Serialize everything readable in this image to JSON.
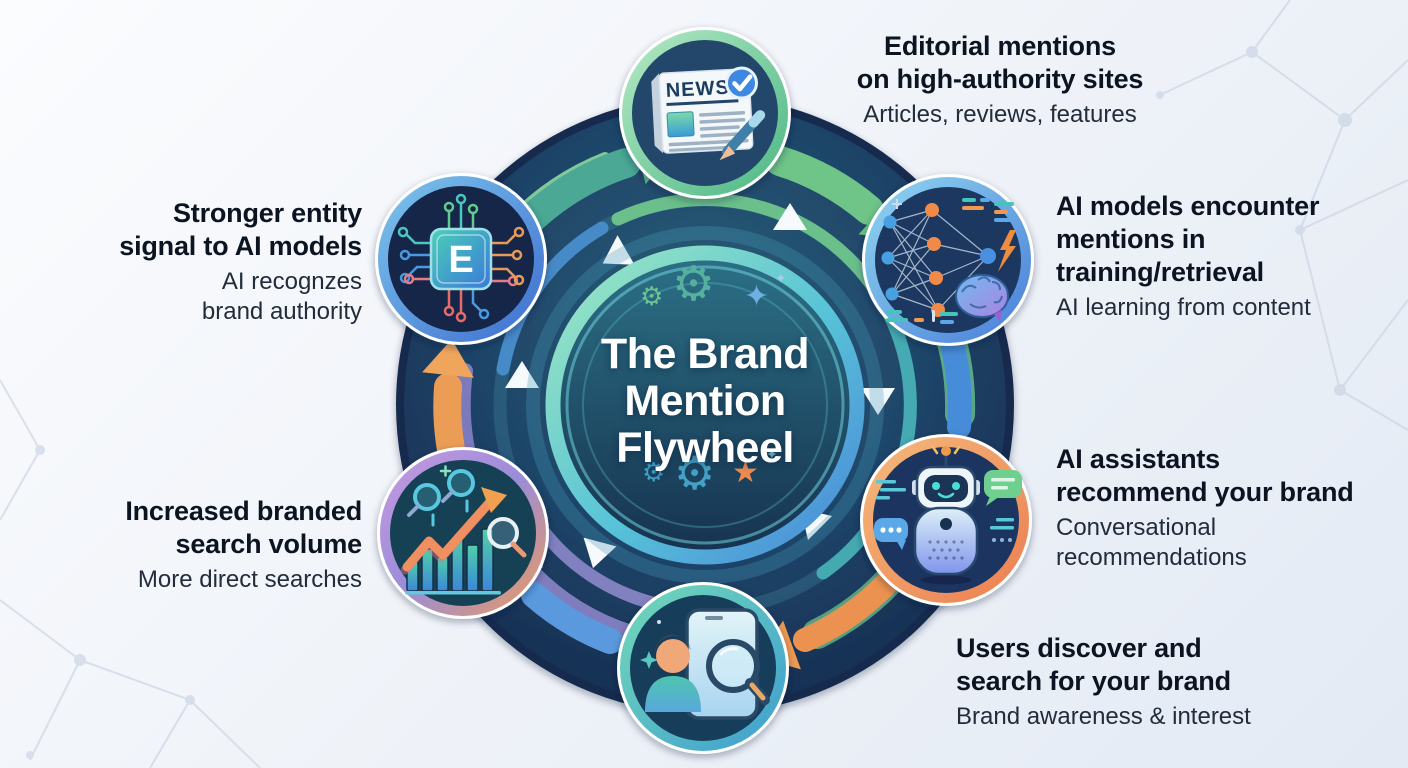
{
  "title": "The Brand Mention Flywheel",
  "center": {
    "title": "The Brand\nMention\nFlywheel"
  },
  "glyphs": {
    "gear": "⚙",
    "sparkle": "✦",
    "star": "★"
  },
  "nodes": [
    {
      "id": "editorial-mentions",
      "icon": "newspaper-news-icon",
      "icon_text": "NEWS",
      "heading": "Editorial mentions\non high-authority sites",
      "subtitle": "Articles, reviews, features",
      "ring_color": "#5bc88a"
    },
    {
      "id": "ai-models-training",
      "icon": "neural-network-brain-icon",
      "heading": "AI models encounter\nmentions in\ntraining/retrieval",
      "subtitle": "AI learning from content",
      "ring_color": "#4a7fd8"
    },
    {
      "id": "ai-assistants-recommend",
      "icon": "ai-robot-icon",
      "heading": "AI assistants\nrecommend your brand",
      "subtitle": "Conversational\nrecommendations",
      "ring_color": "#ec8452"
    },
    {
      "id": "users-discover",
      "icon": "user-phone-search-icon",
      "heading": "Users discover and\nsearch for your brand",
      "subtitle": "Brand awareness & interest",
      "ring_color": "#4fc2ae"
    },
    {
      "id": "branded-search-volume",
      "icon": "growth-chart-search-icon",
      "heading": "Increased branded\nsearch volume",
      "subtitle": "More direct searches",
      "ring_color": "#b08ad4"
    },
    {
      "id": "entity-signal",
      "icon": "entity-chip-icon",
      "icon_text": "E",
      "heading": "Stronger entity\nsignal to AI models",
      "subtitle": "AI recognzes\nbrand authority",
      "ring_color": "#56a4e0"
    }
  ],
  "colors": {
    "background": "#eef2f8",
    "disc": "#1e4468",
    "center_text": "#ffffff",
    "heading_text": "#0c1422",
    "subtitle_text": "#222c3a",
    "arrow_green": "#6fc487",
    "arrow_teal": "#4aa894",
    "arrow_blue": "#478cd8",
    "arrow_orange": "#ec9250",
    "arrow_purple": "#9089ce"
  }
}
